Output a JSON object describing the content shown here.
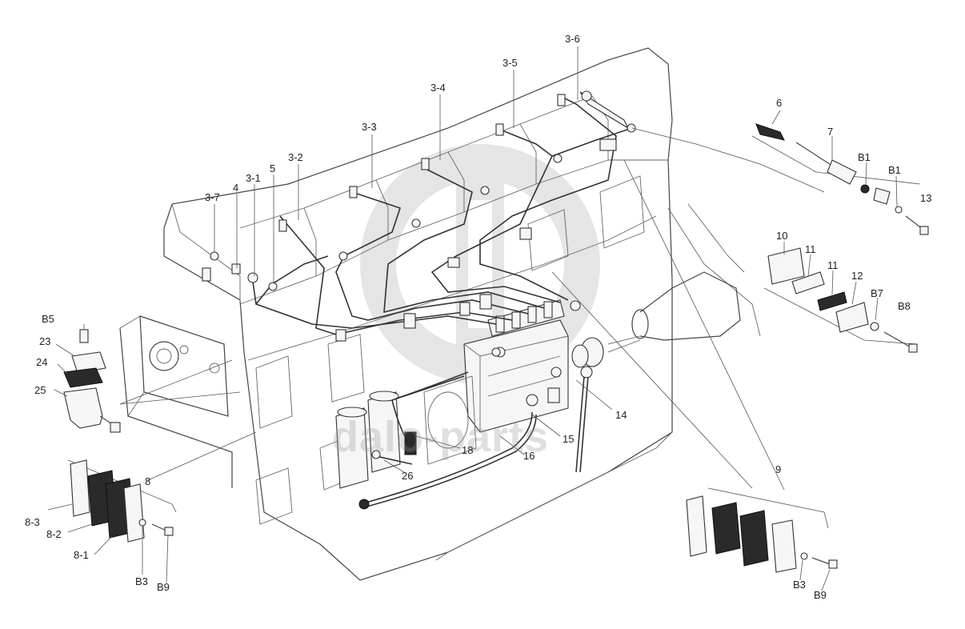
{
  "watermark": {
    "text": "dalo-parts"
  },
  "labels": [
    {
      "id": "3-6",
      "text": "3-6"
    },
    {
      "id": "3-5",
      "text": "3-5"
    },
    {
      "id": "3-4",
      "text": "3-4"
    },
    {
      "id": "3-3",
      "text": "3-3"
    },
    {
      "id": "3-2",
      "text": "3-2"
    },
    {
      "id": "3-1",
      "text": "3-1"
    },
    {
      "id": "3-7",
      "text": "3-7"
    },
    {
      "id": "4",
      "text": "4"
    },
    {
      "id": "5",
      "text": "5"
    },
    {
      "id": "6",
      "text": "6"
    },
    {
      "id": "7",
      "text": "7"
    },
    {
      "id": "B1a",
      "text": "B1"
    },
    {
      "id": "B1b",
      "text": "B1"
    },
    {
      "id": "13",
      "text": "13"
    },
    {
      "id": "10",
      "text": "10"
    },
    {
      "id": "11a",
      "text": "11"
    },
    {
      "id": "11b",
      "text": "11"
    },
    {
      "id": "12",
      "text": "12"
    },
    {
      "id": "B7",
      "text": "B7"
    },
    {
      "id": "B8",
      "text": "B8"
    },
    {
      "id": "B5",
      "text": "B5"
    },
    {
      "id": "23",
      "text": "23"
    },
    {
      "id": "24",
      "text": "24"
    },
    {
      "id": "25",
      "text": "25"
    },
    {
      "id": "8",
      "text": "8"
    },
    {
      "id": "8-3",
      "text": "8-3"
    },
    {
      "id": "8-2",
      "text": "8-2"
    },
    {
      "id": "8-1",
      "text": "8-1"
    },
    {
      "id": "B3a",
      "text": "B3"
    },
    {
      "id": "B9a",
      "text": "B9"
    },
    {
      "id": "9",
      "text": "9"
    },
    {
      "id": "B3b",
      "text": "B3"
    },
    {
      "id": "B9b",
      "text": "B9"
    },
    {
      "id": "14",
      "text": "14"
    },
    {
      "id": "15",
      "text": "15"
    },
    {
      "id": "16",
      "text": "16"
    },
    {
      "id": "18",
      "text": "18"
    },
    {
      "id": "26",
      "text": "26"
    }
  ]
}
